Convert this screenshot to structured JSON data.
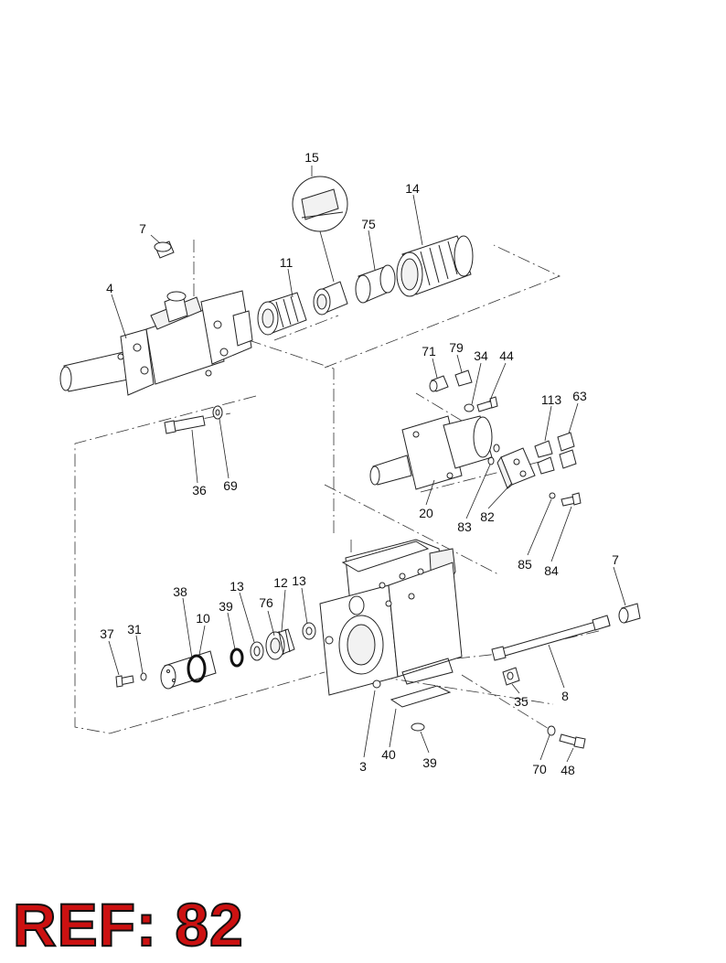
{
  "diagram": {
    "callouts": [
      {
        "id": "15",
        "text": "15"
      },
      {
        "id": "14",
        "text": "14"
      },
      {
        "id": "7a",
        "text": "7"
      },
      {
        "id": "75",
        "text": "75"
      },
      {
        "id": "11",
        "text": "11"
      },
      {
        "id": "4",
        "text": "4"
      },
      {
        "id": "71",
        "text": "71"
      },
      {
        "id": "79",
        "text": "79"
      },
      {
        "id": "34",
        "text": "34"
      },
      {
        "id": "44",
        "text": "44"
      },
      {
        "id": "113",
        "text": "113"
      },
      {
        "id": "63",
        "text": "63"
      },
      {
        "id": "36",
        "text": "36"
      },
      {
        "id": "69",
        "text": "69"
      },
      {
        "id": "20",
        "text": "20"
      },
      {
        "id": "83",
        "text": "83"
      },
      {
        "id": "82",
        "text": "82"
      },
      {
        "id": "85",
        "text": "85"
      },
      {
        "id": "84",
        "text": "84"
      },
      {
        "id": "7b",
        "text": "7"
      },
      {
        "id": "38",
        "text": "38"
      },
      {
        "id": "13a",
        "text": "13"
      },
      {
        "id": "12",
        "text": "12"
      },
      {
        "id": "13b",
        "text": "13"
      },
      {
        "id": "39a",
        "text": "39"
      },
      {
        "id": "76",
        "text": "76"
      },
      {
        "id": "10",
        "text": "10"
      },
      {
        "id": "37",
        "text": "37"
      },
      {
        "id": "31",
        "text": "31"
      },
      {
        "id": "35",
        "text": "35"
      },
      {
        "id": "8",
        "text": "8"
      },
      {
        "id": "3",
        "text": "3"
      },
      {
        "id": "40",
        "text": "40"
      },
      {
        "id": "39b",
        "text": "39"
      },
      {
        "id": "70",
        "text": "70"
      },
      {
        "id": "48",
        "text": "48"
      }
    ]
  },
  "reference": {
    "label": "REF: 82",
    "color": "#cc1111"
  }
}
